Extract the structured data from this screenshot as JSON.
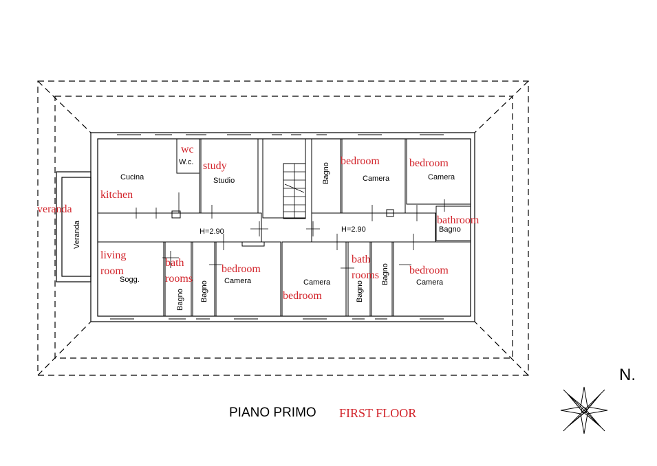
{
  "plan_title": "PIANO PRIMO",
  "plan_title_en": "FIRST FLOOR",
  "north_label": "N.",
  "heights": [
    "H=2.90",
    "H=2.90"
  ],
  "rooms_it": {
    "cucina": "Cucina",
    "wc": "W.c.",
    "studio": "Studio",
    "bagno_top": "Bagno",
    "camera_top1": "Camera",
    "camera_top2": "Camera",
    "bagno_right": "Bagno",
    "veranda": "Veranda",
    "sogg": "Sogg.",
    "bagno_b1": "Bagno",
    "bagno_b2": "Bagno",
    "camera_b1": "Camera",
    "camera_b2": "Camera",
    "bagno_b3": "Bagno",
    "bagno_b4": "Bagno",
    "camera_b3": "Camera"
  },
  "rooms_en": {
    "wc": "wc",
    "study": "study",
    "kitchen": "kitchen",
    "veranda": "veranda",
    "bedroom_top1": "bedroom",
    "bedroom_top2": "bedroom",
    "bathroom_right": "bathroom",
    "living_1": "living",
    "living_2": "room",
    "bath1_1": "bath",
    "bath1_2": "rooms",
    "bedroom_b1": "bedroom",
    "bedroom_b2": "bedroom",
    "bath2_1": "bath",
    "bath2_2": "rooms",
    "bedroom_b3": "bedroom"
  },
  "colors": {
    "annotation": "#d2232a",
    "lines": "#000000"
  }
}
